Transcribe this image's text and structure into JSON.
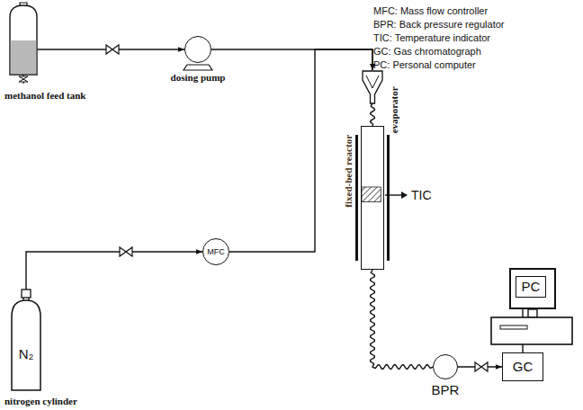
{
  "diagram": {
    "nodes": [
      {
        "text": [
          "methanol feed tank"
        ]
      },
      {
        "text": [
          "dosing pump"
        ]
      },
      {
        "text": [
          "N₂",
          "nitrogen cylinder"
        ]
      },
      {
        "text": [
          "MFC"
        ]
      },
      {
        "text": [
          "evaporator"
        ]
      },
      {
        "text": [
          "fixed-bed reactor"
        ]
      },
      {
        "text": [
          "BPR"
        ]
      },
      {
        "text": [
          "GC"
        ]
      },
      {
        "text": [
          "PC"
        ]
      }
    ],
    "edges": [
      {
        "from": 0,
        "to": 1,
        "arrow": "to"
      },
      {
        "from": 1,
        "to": 4,
        "arrow": "to"
      },
      {
        "from": 2,
        "to": 3,
        "arrow": "to"
      },
      {
        "from": 3,
        "to": 4,
        "arrow": "to"
      },
      {
        "from": 4,
        "to": 5,
        "arrow": "none"
      },
      {
        "from": 5,
        "to": 6,
        "arrow": "none"
      },
      {
        "from": 6,
        "to": 7,
        "arrow": "to"
      },
      {
        "from": 7,
        "to": 8,
        "arrow": "none"
      }
    ],
    "labels": [
      "MFC: Mass flow controller",
      "BPR: Back pressure regulator",
      "TIC: Temperature indicator",
      "GC: Gas chromatograph",
      "PC: Personal computer",
      "TIC"
    ]
  }
}
